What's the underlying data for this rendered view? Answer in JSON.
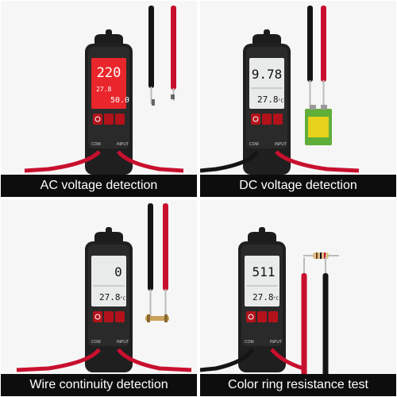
{
  "panels": [
    {
      "caption": "AC voltage detection",
      "reading_main": "220",
      "reading_sub": "50.0",
      "temperature": "27.8",
      "temp_unit": "°C",
      "backlight": "red",
      "accessory": "probe-tips"
    },
    {
      "caption": "DC voltage detection",
      "reading_main": "9.78",
      "reading_sub": "",
      "temperature": "27.8",
      "temp_unit": "°C",
      "backlight": "white",
      "accessory": "9v-battery"
    },
    {
      "caption": "Wire continuity detection",
      "reading_main": "0",
      "reading_sub": "",
      "temperature": "27.8",
      "temp_unit": "°C",
      "backlight": "white",
      "accessory": "wire-piece"
    },
    {
      "caption": "Color ring resistance test",
      "reading_main": "511",
      "reading_sub": "",
      "temperature": "27.8",
      "temp_unit": "°C",
      "backlight": "white",
      "accessory": "resistor"
    }
  ],
  "device": {
    "port_left": "COM",
    "port_right": "INPUT"
  },
  "colors": {
    "body": "#1c1c1c",
    "bezel_red": "#b3121a",
    "lcd_red": "#e8262b",
    "lcd_white": "#e9ebea",
    "probe_red": "#c8102e",
    "probe_black": "#141414",
    "caption_bg": "#0d0d0d",
    "battery_green": "#5fae3a",
    "battery_yellow": "#e6d21a"
  }
}
